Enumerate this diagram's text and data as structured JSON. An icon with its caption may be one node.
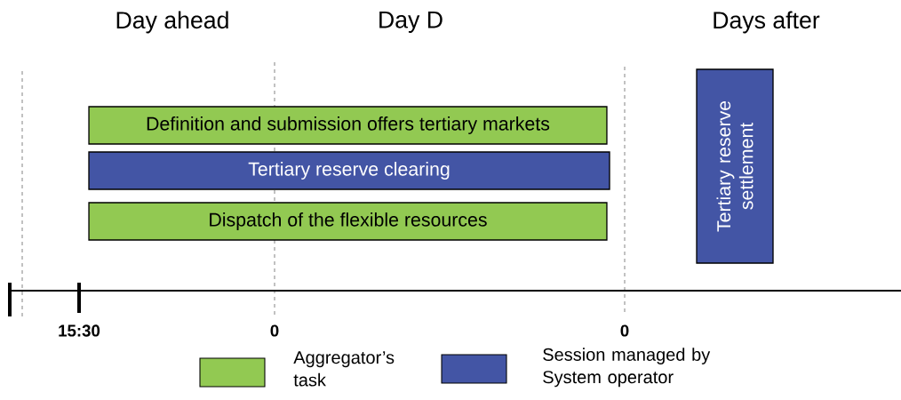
{
  "diagram": {
    "nodes": [
      {
        "text": [
          "Definition and submission offers tertiary markets"
        ]
      },
      {
        "text": [
          "Tertiary reserve clearing"
        ]
      },
      {
        "text": [
          "Dispatch of the flexible resources"
        ]
      },
      {
        "text": [
          "Tertiary reserve settlement"
        ]
      }
    ],
    "labels": [
      "Day ahead",
      "Day D",
      "Days after",
      "15:30",
      "0",
      "0"
    ],
    "legend": [
      {
        "text": "Aggregator’s task",
        "color": "#92c952"
      },
      {
        "text": "Session managed by System operator",
        "color": "#4355a5"
      }
    ]
  }
}
